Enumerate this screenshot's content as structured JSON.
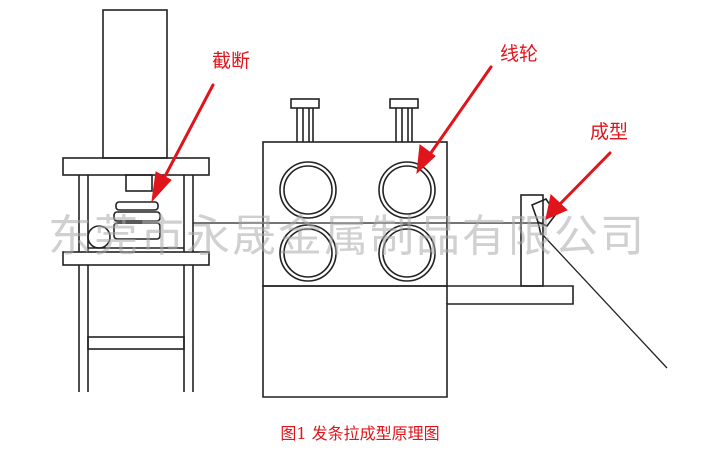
{
  "labels": {
    "cutting": "截断",
    "wire_wheel": "线轮",
    "forming": "成型"
  },
  "watermark": "东莞市永晟金属制品有限公司",
  "caption": "图1  发条拉成型原理图",
  "colors": {
    "accent": "#e0141b",
    "line": "#222222",
    "watermark": "#aaaaaa"
  }
}
